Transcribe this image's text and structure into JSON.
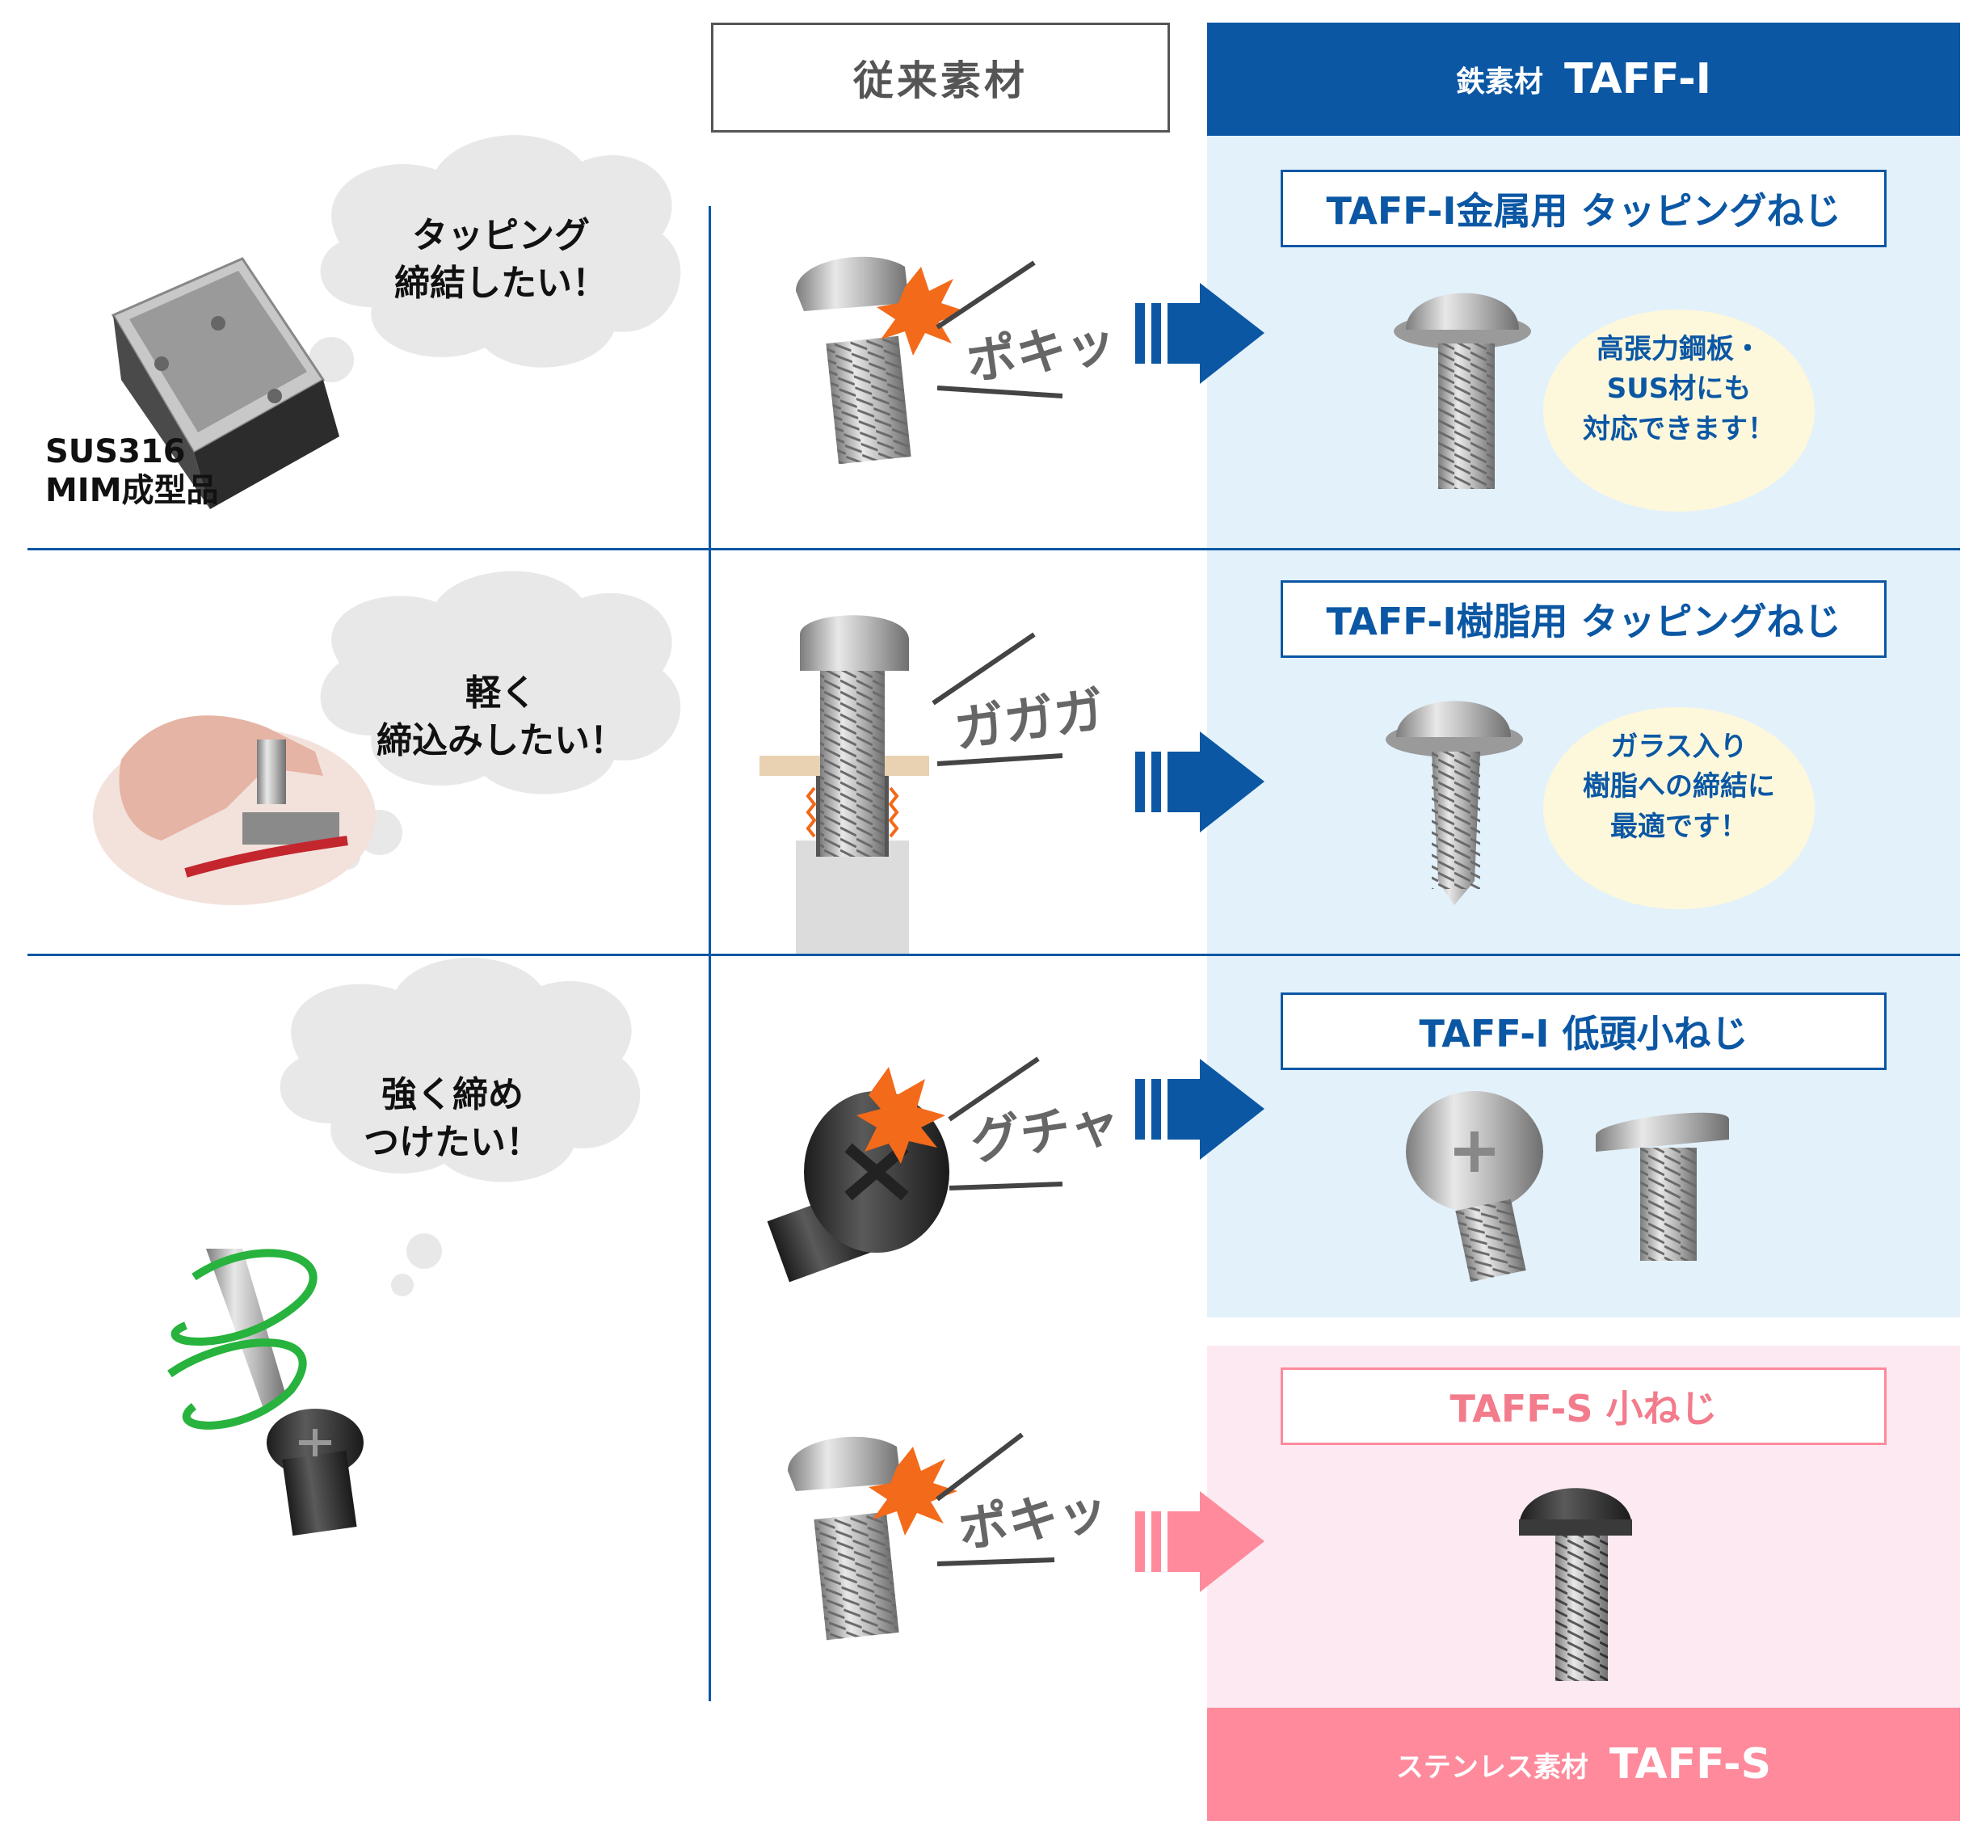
{
  "headers": {
    "conventional": "従来素材",
    "iron_prefix": "鉄素材",
    "iron_name": "TAFF-Ⅰ",
    "stainless_prefix": "ステンレス素材",
    "stainless_name": "TAFF-S"
  },
  "rows": [
    {
      "wish": [
        "タッピング",
        "締結したい！"
      ],
      "sample_label": [
        "SUS316",
        "MIM成型品"
      ],
      "sound": "ポキッ",
      "product_title": "TAFF-Ⅰ金属用 タッピングねじ",
      "note": [
        "高張力鋼板・",
        "SUS材にも",
        "対応できます！"
      ]
    },
    {
      "wish": [
        "軽く",
        "締込みしたい！"
      ],
      "sound": "ガガガ",
      "product_title": "TAFF-Ⅰ樹脂用 タッピングねじ",
      "note": [
        "ガラス入り",
        "樹脂への締結に",
        "最適です！"
      ]
    },
    {
      "wish": [
        "強く締め",
        "つけたい！"
      ],
      "sound": "グチャ",
      "product_title": "TAFF-Ⅰ  低頭小ねじ"
    },
    {
      "sound": "ポキッ",
      "product_title": "TAFF-S 小ねじ"
    }
  ],
  "colors": {
    "brand_blue": "#0b57a4",
    "pink": "#fe8a9c",
    "light_blue": "#e3f1fb",
    "light_pink": "#fde9f1",
    "note_bg": "#fdf8dc"
  }
}
